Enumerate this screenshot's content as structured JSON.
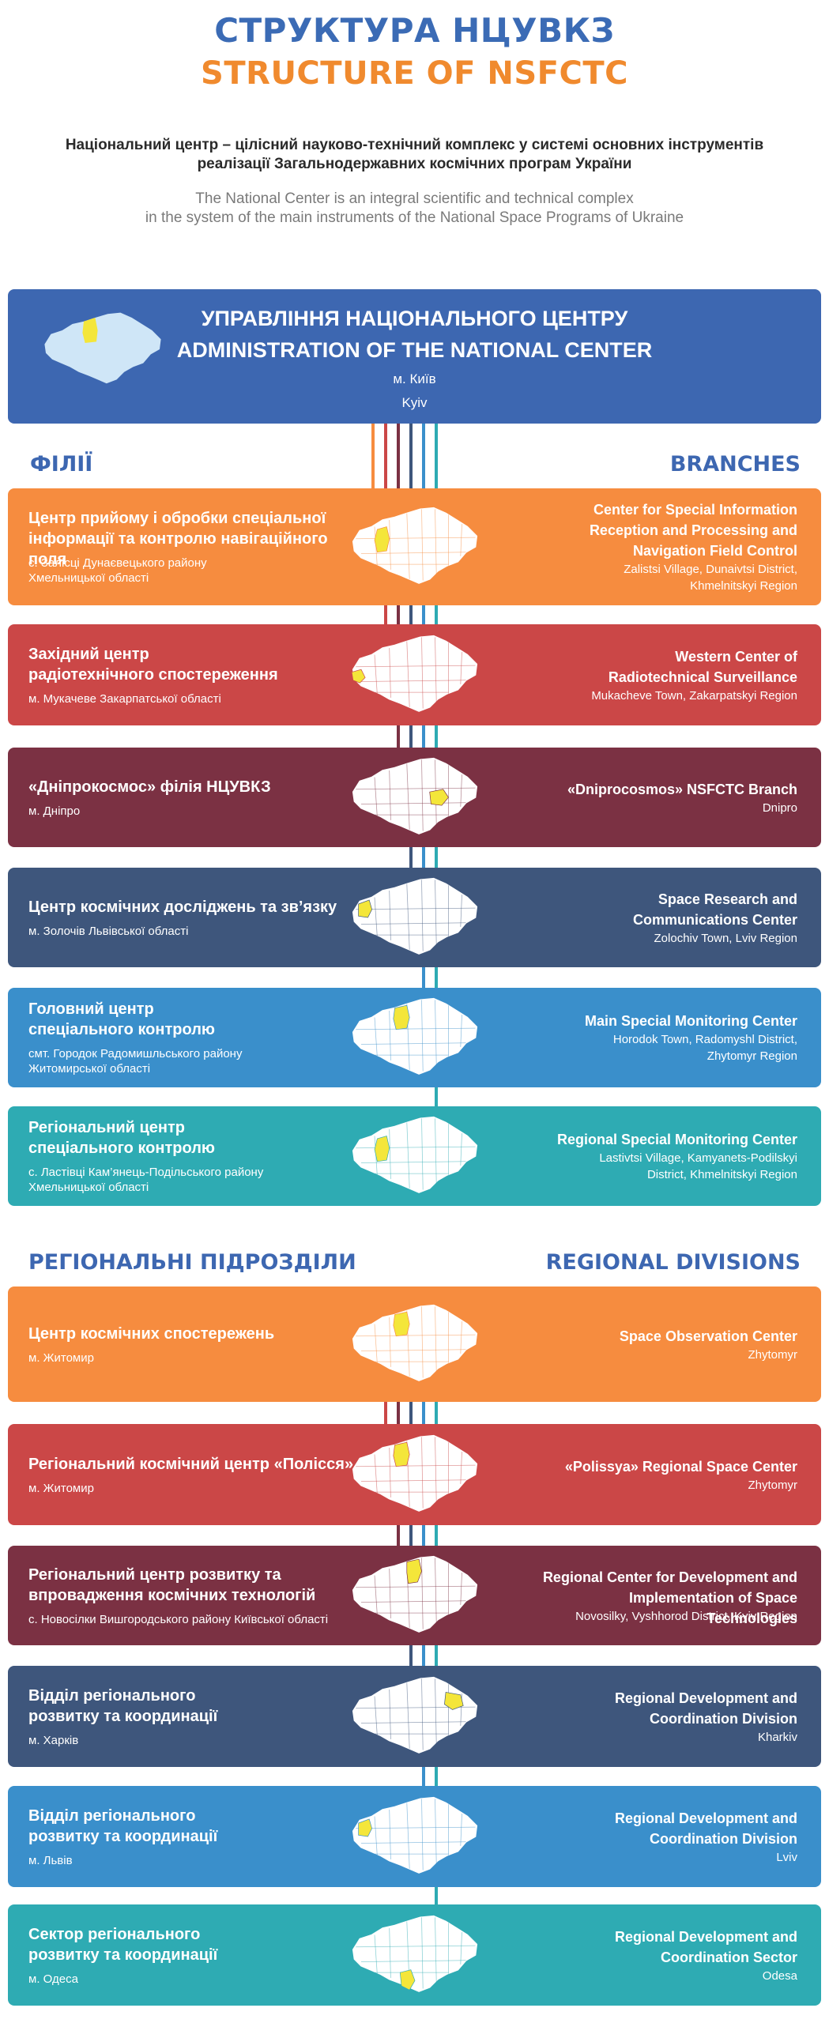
{
  "header": {
    "title_ua": "СТРУКТУРА НЦУВКЗ",
    "title_en": "STRUCTURE OF NSFCTC",
    "intro_ua_1": "Національний центр – цілісний науково-технічний комплекс у системі основних інструментів",
    "intro_ua_2": "реалізації Загальнодержавних космічних програм України",
    "intro_en_1": "The National Center is an integral scientific and technical complex",
    "intro_en_2": "in the system of the main instruments of the National Space Programs of Ukraine"
  },
  "admin": {
    "title_ua": "УПРАВЛІННЯ НАЦІОНАЛЬНОГО ЦЕНТРУ",
    "title_en": "ADMINISTRATION OF THE NATIONAL CENTER",
    "city_ua": "м. Київ",
    "city_en": "Kyiv"
  },
  "branches": {
    "heading_ua": "ФІЛІЇ",
    "heading_en": "BRANCHES",
    "items": [
      {
        "title_ua_1": "Центр прийому і обробки спеціальної",
        "title_ua_2": "інформації та контролю навігаційного поля",
        "sub_ua_1": "с. Залісці Дунаєвецького району",
        "sub_ua_2": "Хмельницької області",
        "title_en_1": "Center for Special Information",
        "title_en_2": "Reception and Processing and",
        "title_en_3": "Navigation Field Control",
        "sub_en_1": "Zalistsi Village, Dunaivtsi District,",
        "sub_en_2": "Khmelnitskyi Region",
        "color": "#f68c3f",
        "highlight": "west-central"
      },
      {
        "title_ua_1": "Західний центр",
        "title_ua_2": "радіотехнічного спостереження",
        "sub_ua_1": "м. Мукачеве Закарпатської області",
        "title_en_1": "Western Center of",
        "title_en_2": "Radiotechnical Surveillance",
        "sub_en_1": "Mukacheve Town, Zakarpatskyi Region",
        "color": "#cb4747",
        "highlight": "far-west"
      },
      {
        "title_ua_1": "«Дніпрокосмос» філія НЦУВКЗ",
        "sub_ua_1": "м. Дніпро",
        "title_en_1": "«Dniprocosmos» NSFCTC Branch",
        "sub_en_1": "Dnipro",
        "color": "#7b3143",
        "highlight": "east-central"
      },
      {
        "title_ua_1": "Центр космічних досліджень та зв’язку",
        "sub_ua_1": "м. Золочів Львівської області",
        "title_en_1": "Space Research and",
        "title_en_2": "Communications Center",
        "sub_en_1": "Zolochiv Town, Lviv Region",
        "color": "#3e567c",
        "highlight": "west"
      },
      {
        "title_ua_1": "Головний центр",
        "title_ua_2": "спеціального контролю",
        "sub_ua_1": "смт. Городок Радомишльського району",
        "sub_ua_2": "Житомирської області",
        "title_en_1": "Main Special Monitoring Center",
        "sub_en_1": "Horodok Town, Radomyshl District,",
        "sub_en_2": "Zhytomyr Region",
        "color": "#3a8fcb",
        "highlight": "north-central"
      },
      {
        "title_ua_1": "Регіональний центр",
        "title_ua_2": "спеціального контролю",
        "sub_ua_1": "с. Ластівці  Кам’янець-Подільського району",
        "sub_ua_2": "Хмельницької області",
        "title_en_1": "Regional Special Monitoring Center",
        "sub_en_1": "Lastivtsi Village, Kamyanets-Podilskyi",
        "sub_en_2": "District, Khmelnitskyi Region",
        "color": "#2eabb3",
        "highlight": "west-central"
      }
    ]
  },
  "divisions": {
    "heading_ua": "РЕГІОНАЛЬНІ ПІДРОЗДІЛИ",
    "heading_en": "REGIONAL DIVISIONS",
    "items": [
      {
        "title_ua_1": "Центр космічних спостережень",
        "sub_ua_1": "м. Житомир",
        "title_en_1": "Space Observation Center",
        "sub_en_1": "Zhytomyr",
        "color": "#f68c3f",
        "highlight": "north-central"
      },
      {
        "title_ua_1": "Регіональний космічний центр «Полісся»",
        "sub_ua_1": "м. Житомир",
        "title_en_1": "«Polissya» Regional Space Center",
        "sub_en_1": "Zhytomyr",
        "color": "#cb4747",
        "highlight": "north-central"
      },
      {
        "title_ua_1": "Регіональний центр розвитку та",
        "title_ua_2": "впровадження космічних технологій",
        "sub_ua_1": "с. Новосілки Вишгородського району Київської області",
        "title_en_1": "Regional Center for Development and",
        "title_en_2": "Implementation of Space Technologies",
        "sub_en_1": "Novosilky, Vyshhorod District, Kyiv Region",
        "color": "#7b3143",
        "highlight": "kyiv"
      },
      {
        "title_ua_1": "Відділ регіонального",
        "title_ua_2": "розвитку та координації",
        "sub_ua_1": "м. Харків",
        "title_en_1": "Regional Development and",
        "title_en_2": "Coordination Division",
        "sub_en_1": "Kharkiv",
        "color": "#3e567c",
        "highlight": "east"
      },
      {
        "title_ua_1": "Відділ регіонального",
        "title_ua_2": "розвитку та координації",
        "sub_ua_1": "м. Львів",
        "title_en_1": "Regional Development and",
        "title_en_2": "Coordination Division",
        "sub_en_1": "Lviv",
        "color": "#3a8fcb",
        "highlight": "west"
      },
      {
        "title_ua_1": "Сектор регіонального",
        "title_ua_2": "розвитку та координації",
        "sub_ua_1": "м. Одеса",
        "title_en_1": "Regional Development and",
        "title_en_2": "Coordination Sector",
        "sub_en_1": "Odesa",
        "color": "#2eabb3",
        "highlight": "south"
      }
    ]
  },
  "colors": {
    "title_blue": "#3b6bb5",
    "title_orange": "#f08a2e",
    "admin_bg": "#3d67b1",
    "map_fill": "#ffffff",
    "map_highlight": "#f4e63a"
  }
}
